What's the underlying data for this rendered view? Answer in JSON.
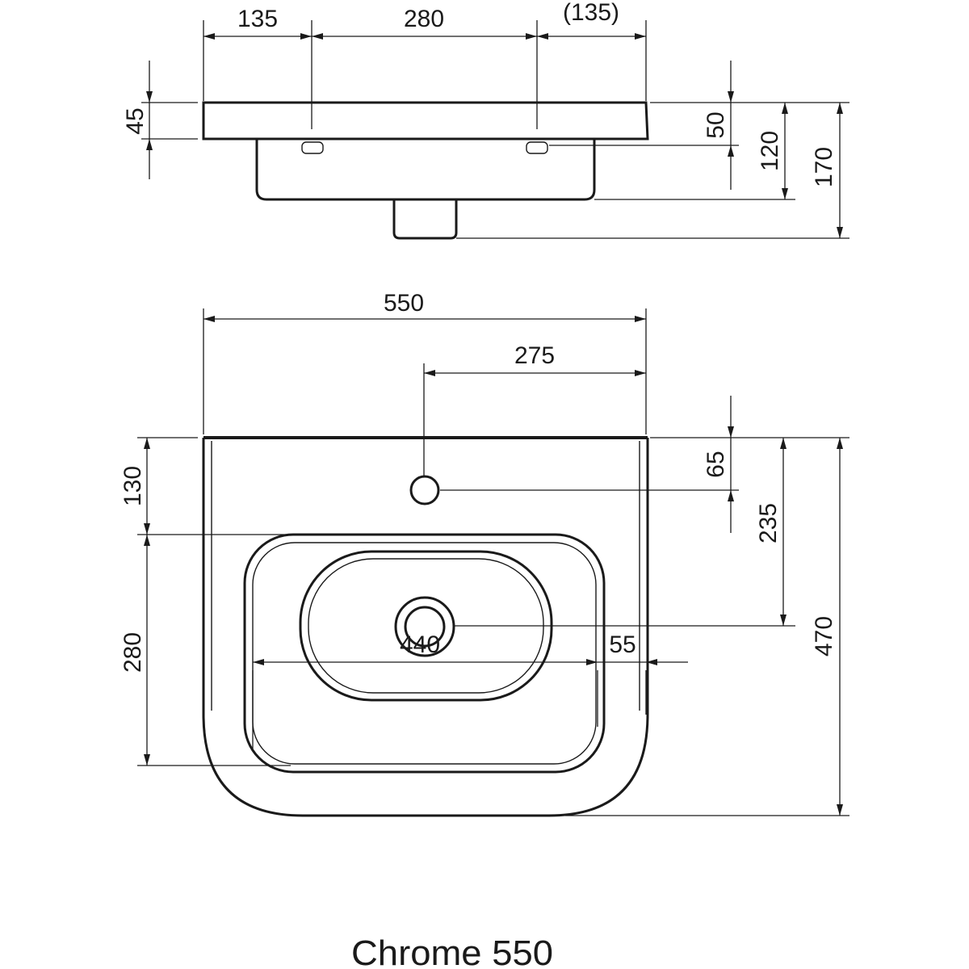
{
  "title": "Chrome 550",
  "side_view": {
    "dims": {
      "left_offset": "135",
      "hole_spacing": "280",
      "right_offset": "(135)",
      "rim_thickness": "45",
      "hole_height": "50",
      "bowl_depth": "120",
      "total_height": "170"
    }
  },
  "plan_view": {
    "dims": {
      "width": "550",
      "tap_offset": "275",
      "tap_depth": "65",
      "drain_depth": "235",
      "total_depth": "470",
      "bowl_top": "130",
      "bowl_length": "280",
      "bowl_width": "440",
      "bowl_side": "55"
    }
  }
}
